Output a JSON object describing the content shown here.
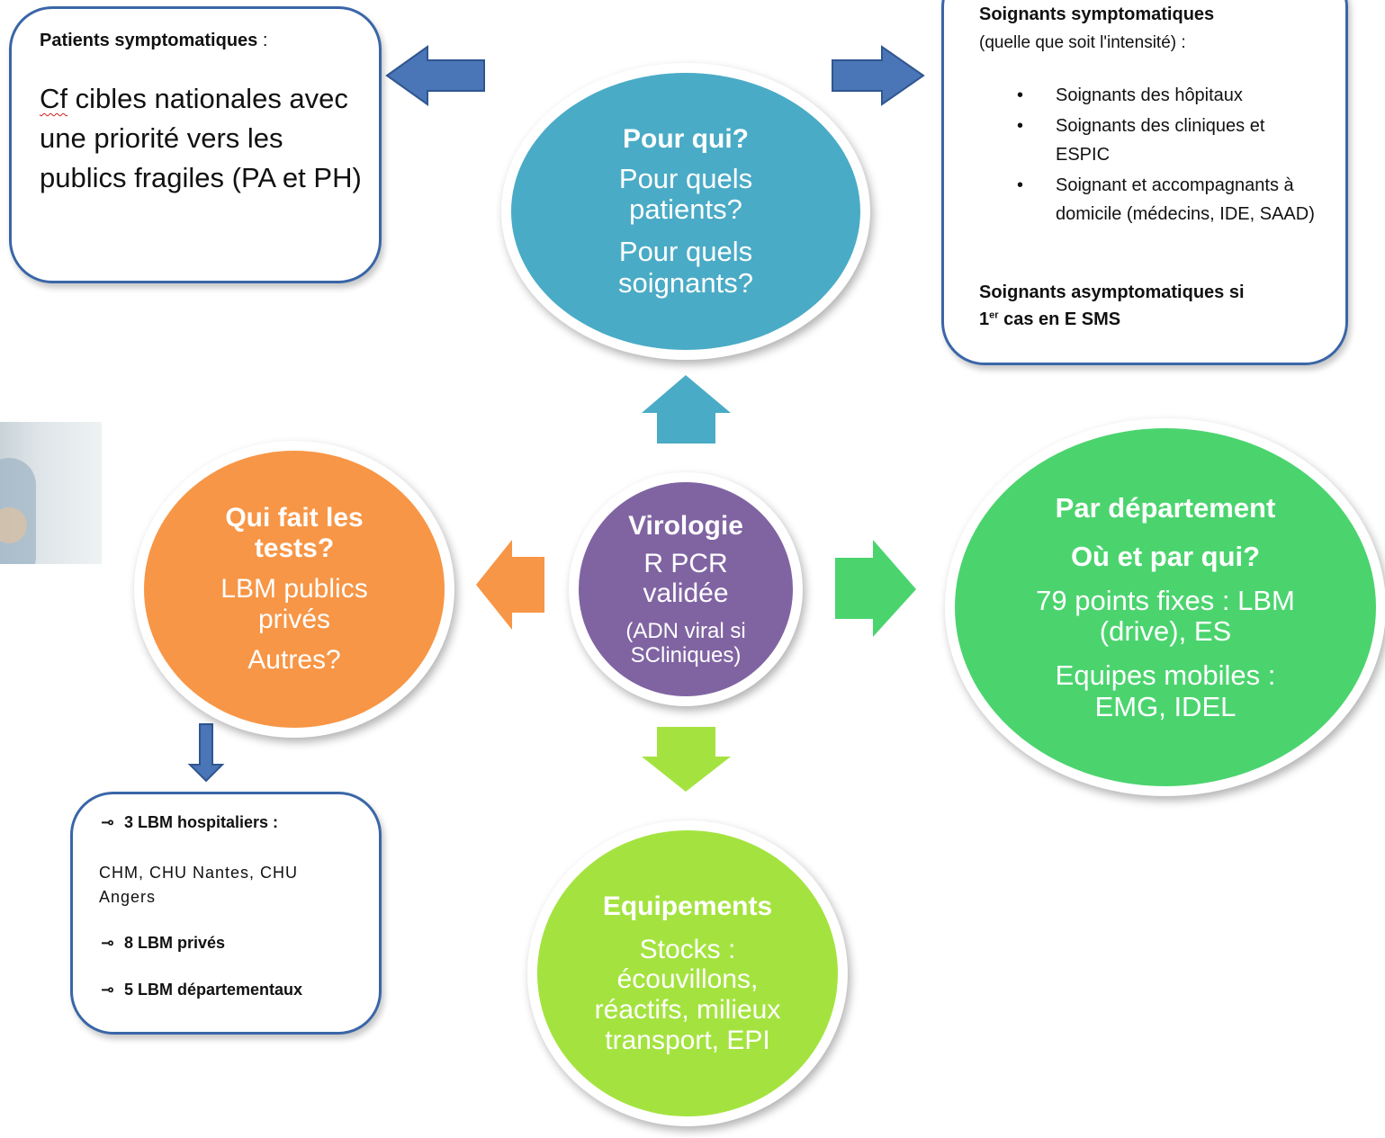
{
  "patients": {
    "title": "Patients symptomatiques",
    "title_suffix": " :",
    "body_cf": "Cf",
    "body_rest": " cibles nationales avec une priorité vers les publics fragiles (PA et PH)"
  },
  "soignants": {
    "title": "Soignants symptomatiques",
    "subtitle": "(quelle que soit l'intensité) :",
    "items": [
      "Soignants des hôpitaux",
      "Soignants des cliniques et ESPIC",
      "Soignant et accompagnants à domicile (médecins, IDE, SAAD)"
    ],
    "asym_part1": "Soignants asymptomatiques si",
    "asym_num": "1",
    "asym_sup": "er",
    "asym_part2": " cas en E SMS"
  },
  "pour_qui": {
    "title": "Pour qui?",
    "line1": "Pour quels patients?",
    "line2": "Pour quels soignants?"
  },
  "virologie": {
    "title": "Virologie",
    "line1": "R PCR validée",
    "line2": "(ADN viral si SCliniques)"
  },
  "qui_fait": {
    "title": "Qui fait les tests?",
    "line1": "LBM publics privés",
    "line2": "Autres?"
  },
  "departement": {
    "title": "Par département",
    "subtitle": "Où et par qui?",
    "line1": "79 points fixes : LBM (drive), ES",
    "line2": "Equipes mobiles : EMG, IDEL"
  },
  "equipements": {
    "title": "Equipements",
    "line1": "Stocks : écouvillons, réactifs, milieux transport, EPI"
  },
  "lbm": {
    "item1": "3 LBM hospitaliers :",
    "detail": "CHM, CHU Nantes, CHU Angers",
    "item2": "8 LBM privés",
    "item3": "5 LBM départementaux"
  },
  "colors": {
    "pour_qui": "#4aabc6",
    "virologie": "#8064a2",
    "qui_fait": "#f79646",
    "departement": "#4bd46e",
    "equipements": "#a4e33f",
    "box_border": "#3a66a8",
    "arrow_blue": "#4a75b6"
  }
}
